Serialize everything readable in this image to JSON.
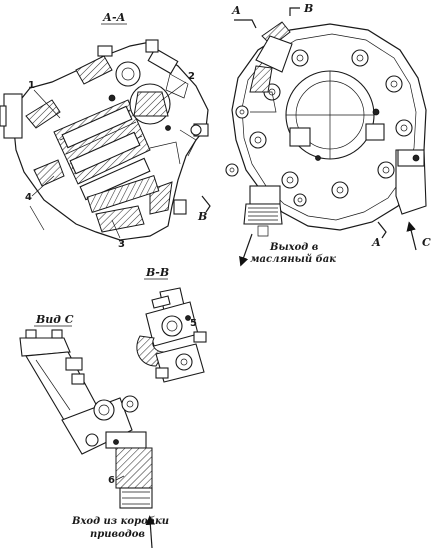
{
  "views": {
    "section_aa": "А-А",
    "section_bb": "В-В",
    "view_c": "Вид С"
  },
  "section_marks": {
    "a_top": "А",
    "b_top": "В",
    "b_left": "В",
    "a_bottom": "А",
    "c_bottom": "С"
  },
  "callouts": {
    "n1": "1",
    "n2": "2",
    "n3": "3",
    "n4": "4",
    "n5": "5",
    "n6": "6"
  },
  "captions": {
    "outlet_line1": "Выход в",
    "outlet_line2": "масляный бак",
    "inlet_line1": "Вход из коробки",
    "inlet_line2": "приводов"
  }
}
